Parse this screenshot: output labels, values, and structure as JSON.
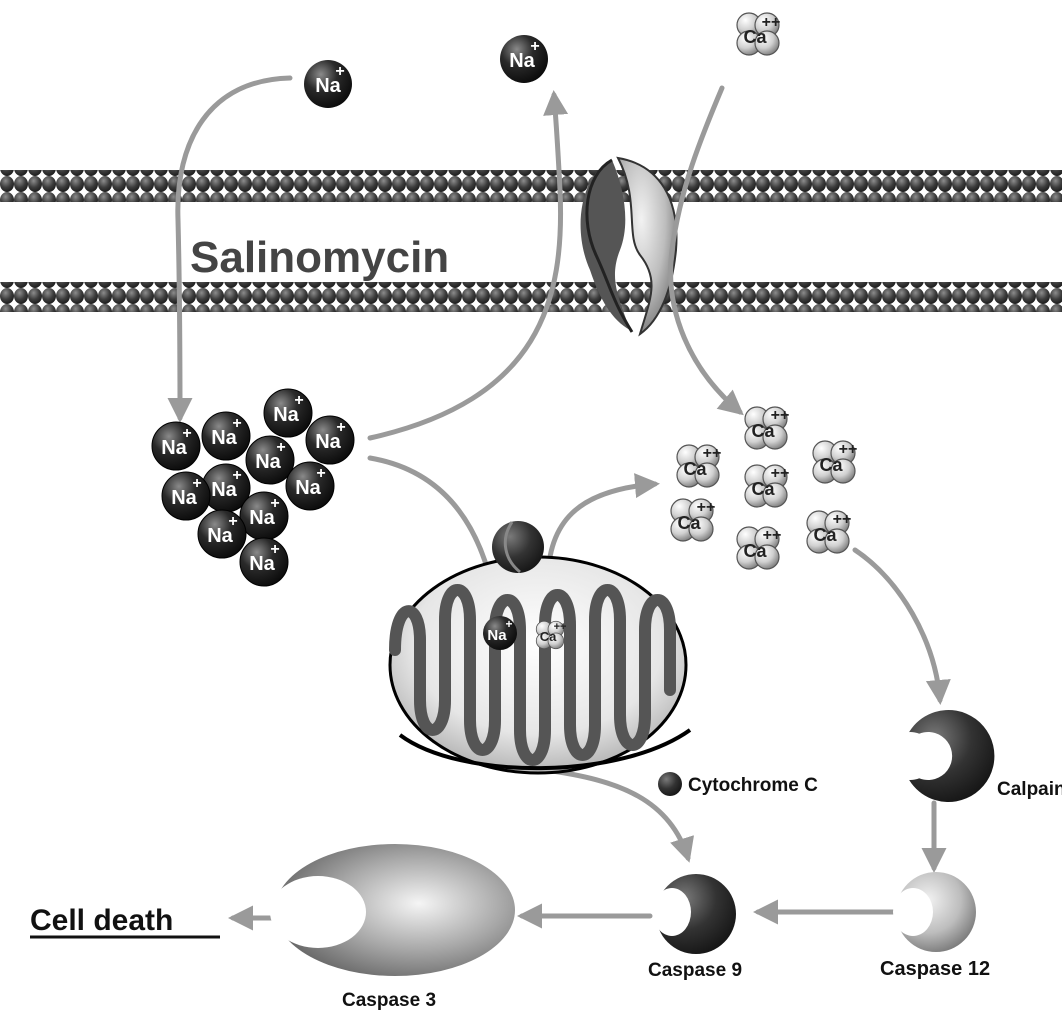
{
  "membrane": {
    "label": "Salinomycin"
  },
  "ions": {
    "sodium": {
      "symbol": "Na",
      "charge": "+"
    },
    "calcium": {
      "symbol": "Ca",
      "charge": "++"
    }
  },
  "labels": {
    "cytochrome": "Cytochrome C",
    "calpain": "Calpain",
    "caspase12": "Caspase 12",
    "caspase9": "Caspase 9",
    "caspase3": "Caspase 3",
    "cell_death": "Cell death"
  },
  "colors": {
    "arrow": "#9a9a9a",
    "lipid": "#3a3a3a",
    "sodium_ball": "#1e1e1e",
    "calcium_ball": "#d8d8d8"
  }
}
